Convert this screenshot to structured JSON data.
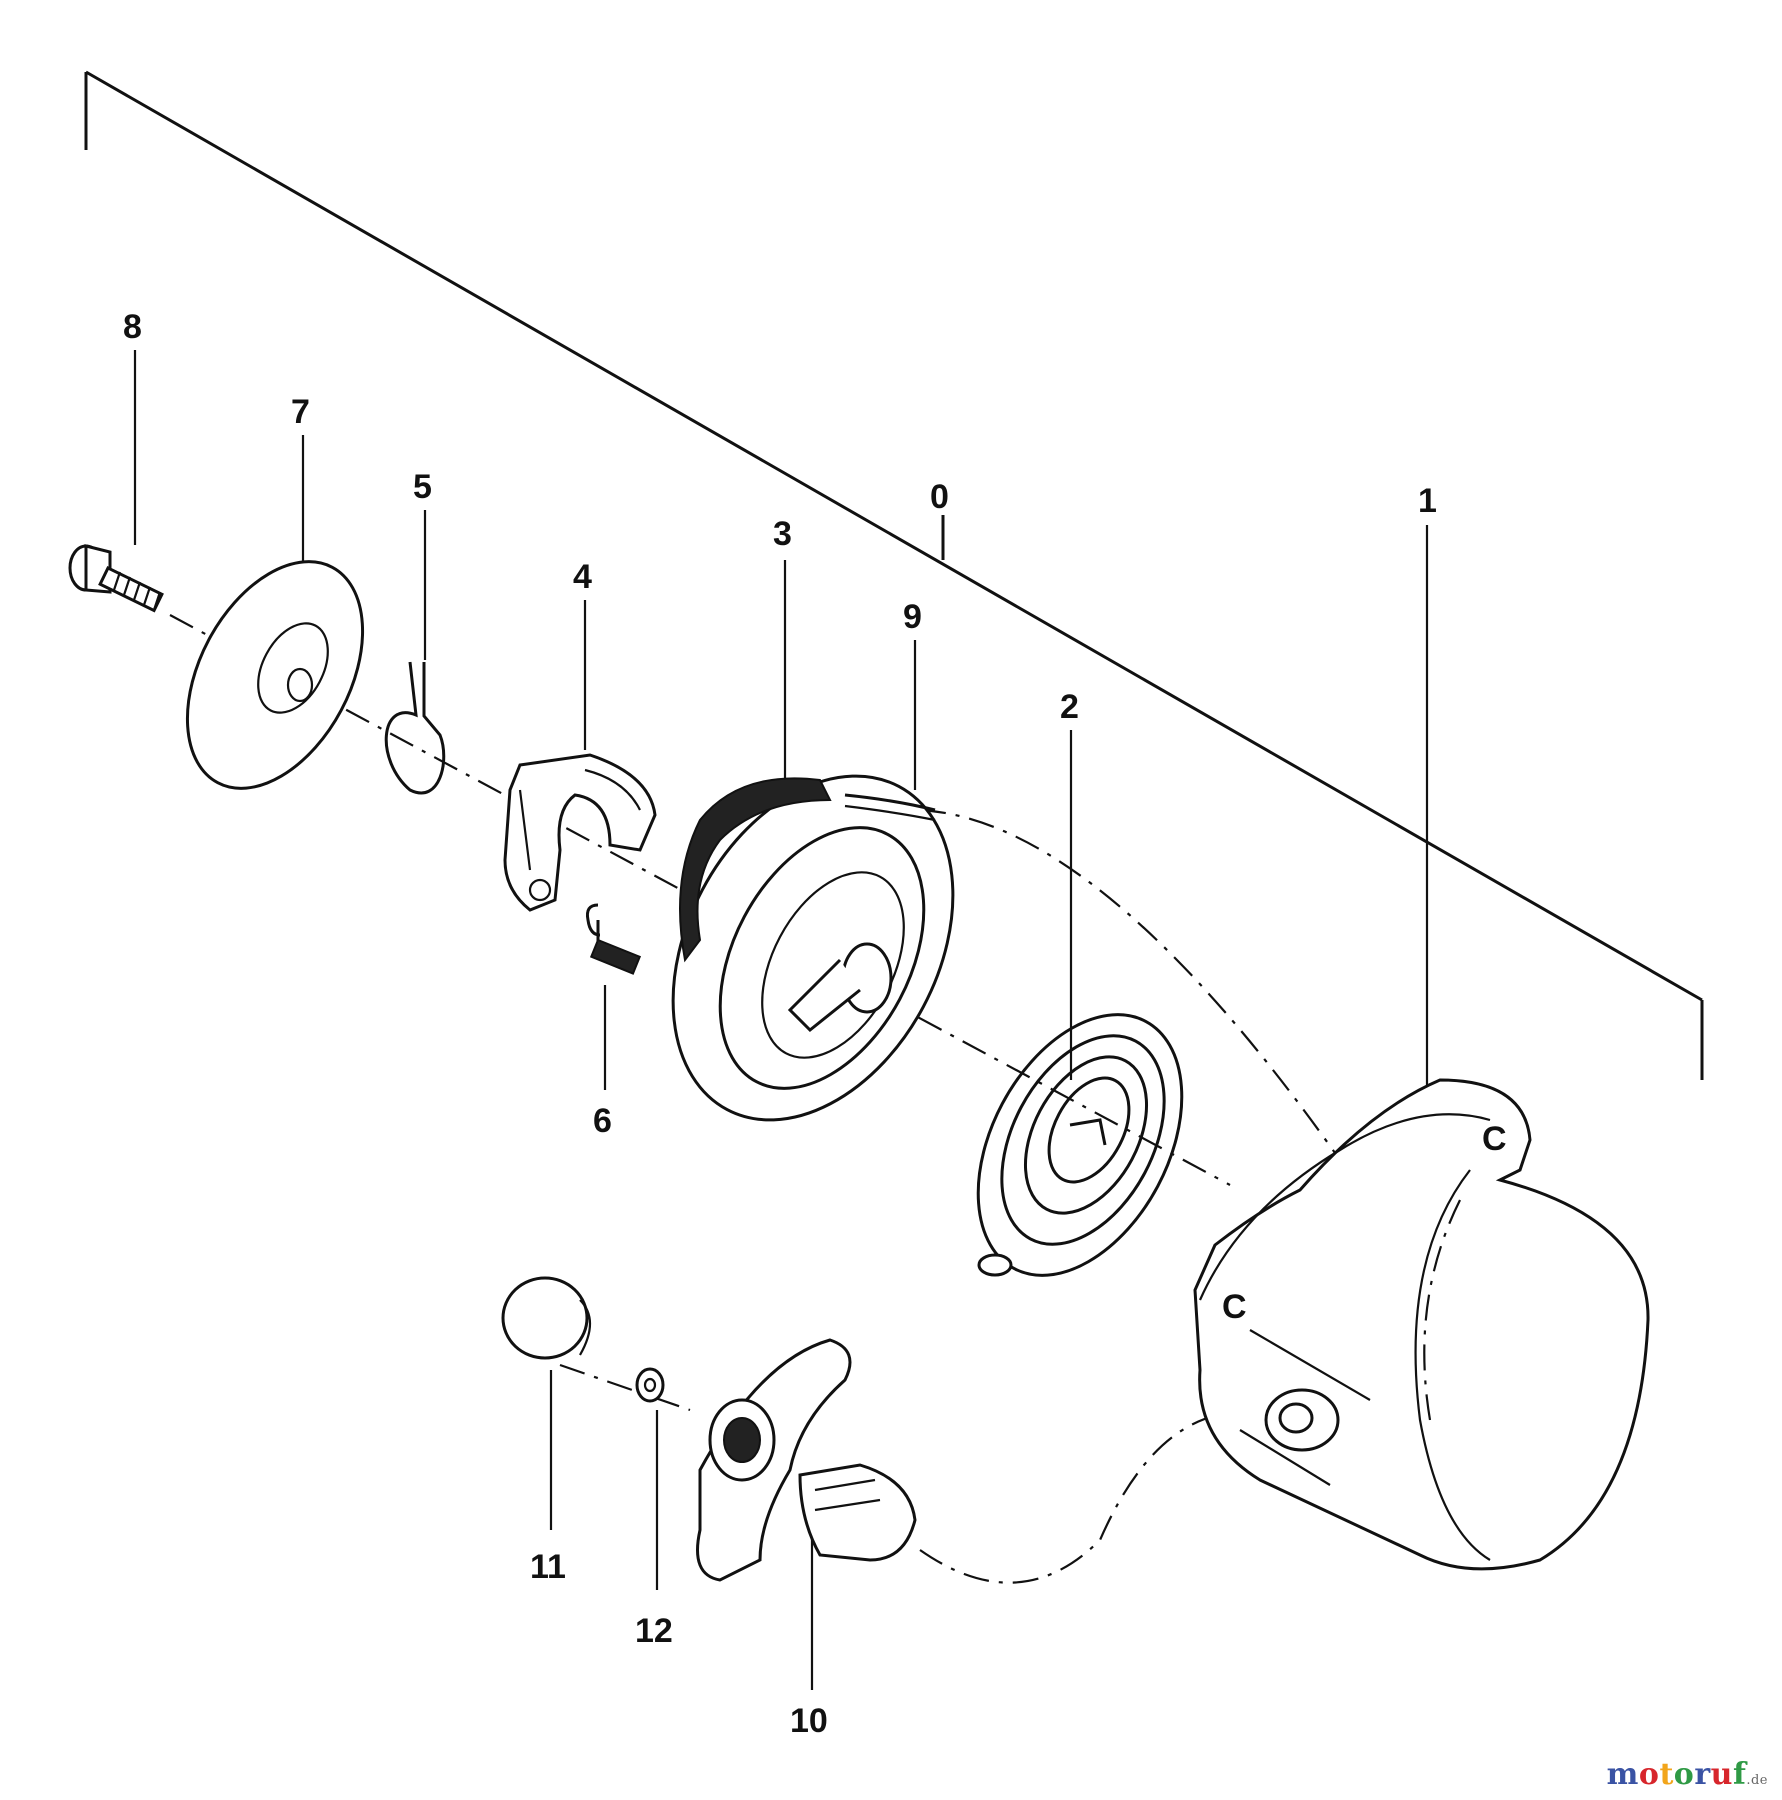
{
  "diagram": {
    "part_labels": {
      "p0": "0",
      "p1": "1",
      "p2": "2",
      "p3": "3",
      "p4": "4",
      "p5": "5",
      "p6": "6",
      "p7": "7",
      "p8": "8",
      "p9": "9",
      "p10": "10",
      "p11": "11",
      "p12": "12"
    }
  },
  "watermark": {
    "letters": [
      "m",
      "o",
      "t",
      "o",
      "r",
      "u",
      "f"
    ],
    "colors": [
      "#3a53a4",
      "#d7262c",
      "#f2a51b",
      "#2f9a45",
      "#3a53a4",
      "#d7262c",
      "#2f9a45"
    ],
    "suffix": ".de"
  }
}
